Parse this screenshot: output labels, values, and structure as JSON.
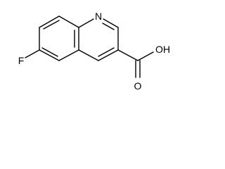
{
  "molecule": {
    "atoms": {
      "nitrogen": "N",
      "fluorine": "F",
      "oxygen_double": "O",
      "hydroxyl": "OH"
    }
  }
}
